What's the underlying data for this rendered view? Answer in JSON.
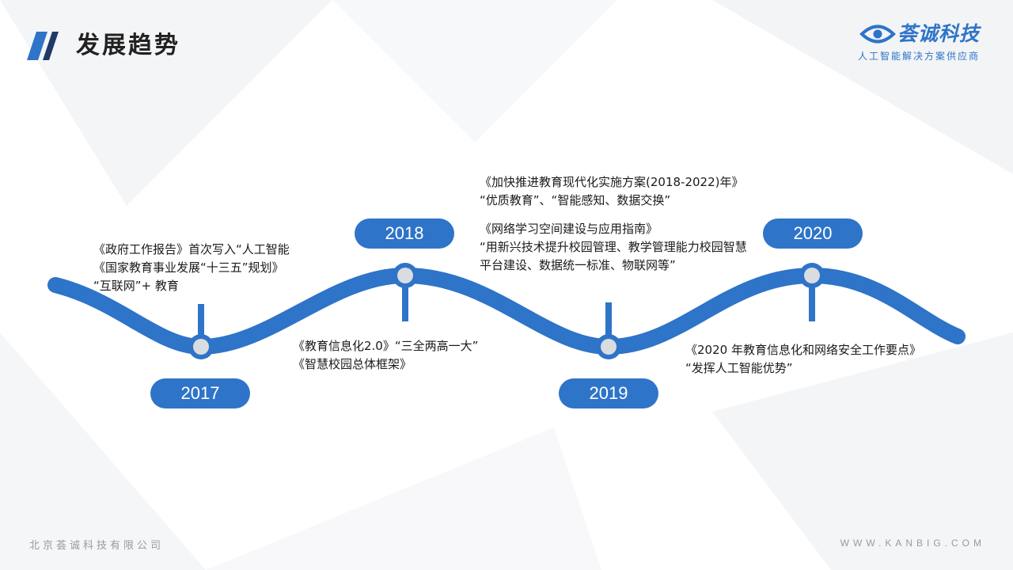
{
  "header": {
    "title": "发展趋势"
  },
  "brand": {
    "name": "荟诚科技",
    "slogan": "人工智能解决方案供应商",
    "color": "#2e74c8"
  },
  "timeline": {
    "events": [
      {
        "year": "2017",
        "lines": [
          "《政府工作报告》首次写入“人工智能",
          "《国家教育事业发展“十三五”规划》",
          "“互联网”+ 教育"
        ]
      },
      {
        "year": "2018",
        "lines": [
          "《教育信息化2.0》“三全两高一大”",
          "《智慧校园总体框架》"
        ]
      },
      {
        "year": "2019",
        "lines": [
          "《加快推进教育现代化实施方案(2018-2022)年》",
          "“优质教育”、“智能感知、数据交换”",
          "《网络学习空间建设与应用指南》",
          "“用新兴技术提升校园管理、教学管理能力校园智慧",
          "平台建设、数据统一标准、物联网等”"
        ]
      },
      {
        "year": "2020",
        "lines": [
          "《2020 年教育信息化和网络安全工作要点》",
          "“发挥人工智能优势”"
        ]
      }
    ]
  },
  "footer": {
    "company": "北京荟诚科技有限公司",
    "website": "WWW.KANBIG.COM"
  }
}
